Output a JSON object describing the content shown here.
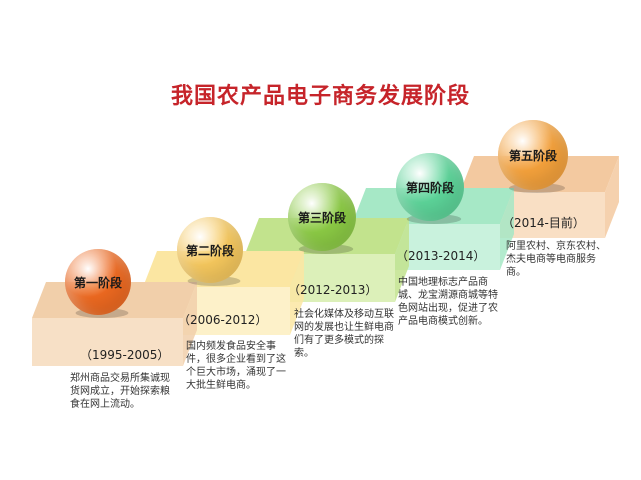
{
  "title": "我国农产品电子商务发展阶段",
  "colors": {
    "title": "#c6242a"
  },
  "stages": [
    {
      "label": "第一阶段",
      "period": "（1995-2005）",
      "description": "郑州商品交易所集诚现货网成立，开始探索粮食在网上流动。",
      "circle_color": "#ef6a21",
      "block_top": "#f1cfaa",
      "block_front": "#f7e0c6"
    },
    {
      "label": "第二阶段",
      "period": "（2006-2012）",
      "description": "国内频发食品安全事件，很多企业看到了这个巨大市场，涌现了一大批生鲜电商。",
      "circle_color": "#f7c95e",
      "block_top": "#fbe6a2",
      "block_front": "#fdf1c9"
    },
    {
      "label": "第三阶段",
      "period": "（2012-2013）",
      "description": "社会化媒体及移动互联网的发展也让生鲜电商们有了更多模式的探索。",
      "circle_color": "#8ccb45",
      "block_top": "#c2e38d",
      "block_front": "#dcf0b9"
    },
    {
      "label": "第四阶段",
      "period": "（2013-2014）",
      "description": "中国地理标志产品商城、龙宝溯源商城等特色网站出现，促进了农产品电商模式创新。",
      "circle_color": "#5dd59a",
      "block_top": "#a6e8c6",
      "block_front": "#c9f2dd"
    },
    {
      "label": "第五阶段",
      "period": "（2014-目前）",
      "description": "阿里农村、京东农村、杰夫电商等电商服务商。",
      "circle_color": "#f5a23c",
      "block_top": "#f3c9a0",
      "block_front": "#f9dfc4"
    }
  ]
}
